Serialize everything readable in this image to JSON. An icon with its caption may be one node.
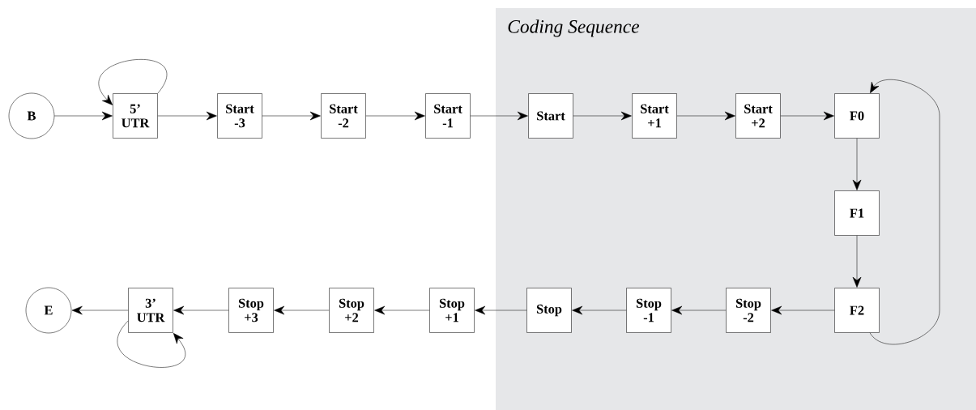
{
  "diagram": {
    "nodes": [
      {
        "text": [
          "B"
        ]
      },
      {
        "text": [
          "5’ UTR"
        ]
      },
      {
        "text": [
          "Start -3"
        ]
      },
      {
        "text": [
          "Start -2"
        ]
      },
      {
        "text": [
          "Start -1"
        ]
      },
      {
        "text": [
          "Coding Sequence"
        ]
      },
      {
        "text": [
          "Start"
        ],
        "in": 5
      },
      {
        "text": [
          "Start +1"
        ],
        "in": 5
      },
      {
        "text": [
          "Start +2"
        ],
        "in": 5
      },
      {
        "text": [
          "F0"
        ],
        "in": 5
      },
      {
        "text": [
          "F1"
        ],
        "in": 5
      },
      {
        "text": [
          "F2"
        ],
        "in": 5
      },
      {
        "text": [
          "E"
        ]
      },
      {
        "text": [
          "3’ UTR"
        ]
      },
      {
        "text": [
          "Stop +3"
        ]
      },
      {
        "text": [
          "Stop +2"
        ]
      },
      {
        "text": [
          "Stop +1"
        ]
      },
      {
        "text": [
          "Stop"
        ],
        "in": 5
      },
      {
        "text": [
          "Stop -1"
        ],
        "in": 5
      },
      {
        "text": [
          "Stop -2"
        ],
        "in": 5
      }
    ],
    "edges": [
      {
        "from": 0,
        "to": 1,
        "arrow": "to"
      },
      {
        "from": 1,
        "to": 1,
        "arrow": "to"
      },
      {
        "from": 1,
        "to": 2,
        "arrow": "to"
      },
      {
        "from": 2,
        "to": 3,
        "arrow": "to"
      },
      {
        "from": 3,
        "to": 4,
        "arrow": "to"
      },
      {
        "from": 4,
        "to": 6,
        "arrow": "to"
      },
      {
        "from": 6,
        "to": 7,
        "arrow": "to"
      },
      {
        "from": 7,
        "to": 8,
        "arrow": "to"
      },
      {
        "from": 8,
        "to": 9,
        "arrow": "to"
      },
      {
        "from": 9,
        "to": 10,
        "arrow": "to"
      },
      {
        "from": 10,
        "to": 11,
        "arrow": "to"
      },
      {
        "from": 11,
        "to": 9,
        "arrow": "to"
      },
      {
        "from": 11,
        "to": 19,
        "arrow": "to"
      },
      {
        "from": 19,
        "to": 18,
        "arrow": "to"
      },
      {
        "from": 18,
        "to": 17,
        "arrow": "to"
      },
      {
        "from": 17,
        "to": 16,
        "arrow": "to"
      },
      {
        "from": 16,
        "to": 15,
        "arrow": "to"
      },
      {
        "from": 15,
        "to": 14,
        "arrow": "to"
      },
      {
        "from": 14,
        "to": 13,
        "arrow": "to"
      },
      {
        "from": 13,
        "to": 13,
        "arrow": "to"
      },
      {
        "from": 13,
        "to": 12,
        "arrow": "to"
      }
    ]
  }
}
